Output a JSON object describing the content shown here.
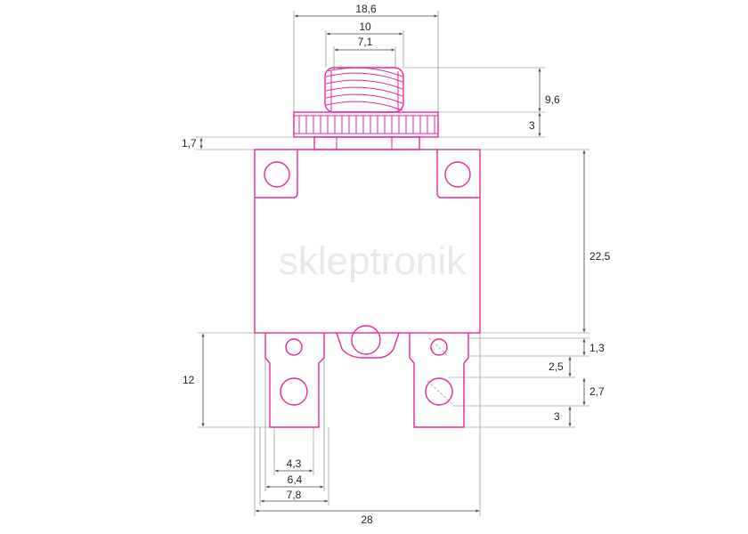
{
  "watermark": "skleptronik",
  "colors": {
    "outline": "#e8269a",
    "dimension": "#4a4a4a",
    "watermark": "#e8e8e8"
  },
  "dimensions": {
    "thread_outer_width": "18,6",
    "thread_width": "10",
    "thread_inner_width": "7,1",
    "thread_height": "9,6",
    "nut_height": "3",
    "collar_height": "1,7",
    "body_height": "22,5",
    "terminal_length": "12",
    "hole_offset": "1,3",
    "hole_spacing": "2,5",
    "hole_diameter": "2,7",
    "terminal_tip": "3",
    "terminal_inner_width": "4,3",
    "terminal_width": "6,4",
    "terminal_outer_width": "7,8",
    "total_width": "28"
  }
}
